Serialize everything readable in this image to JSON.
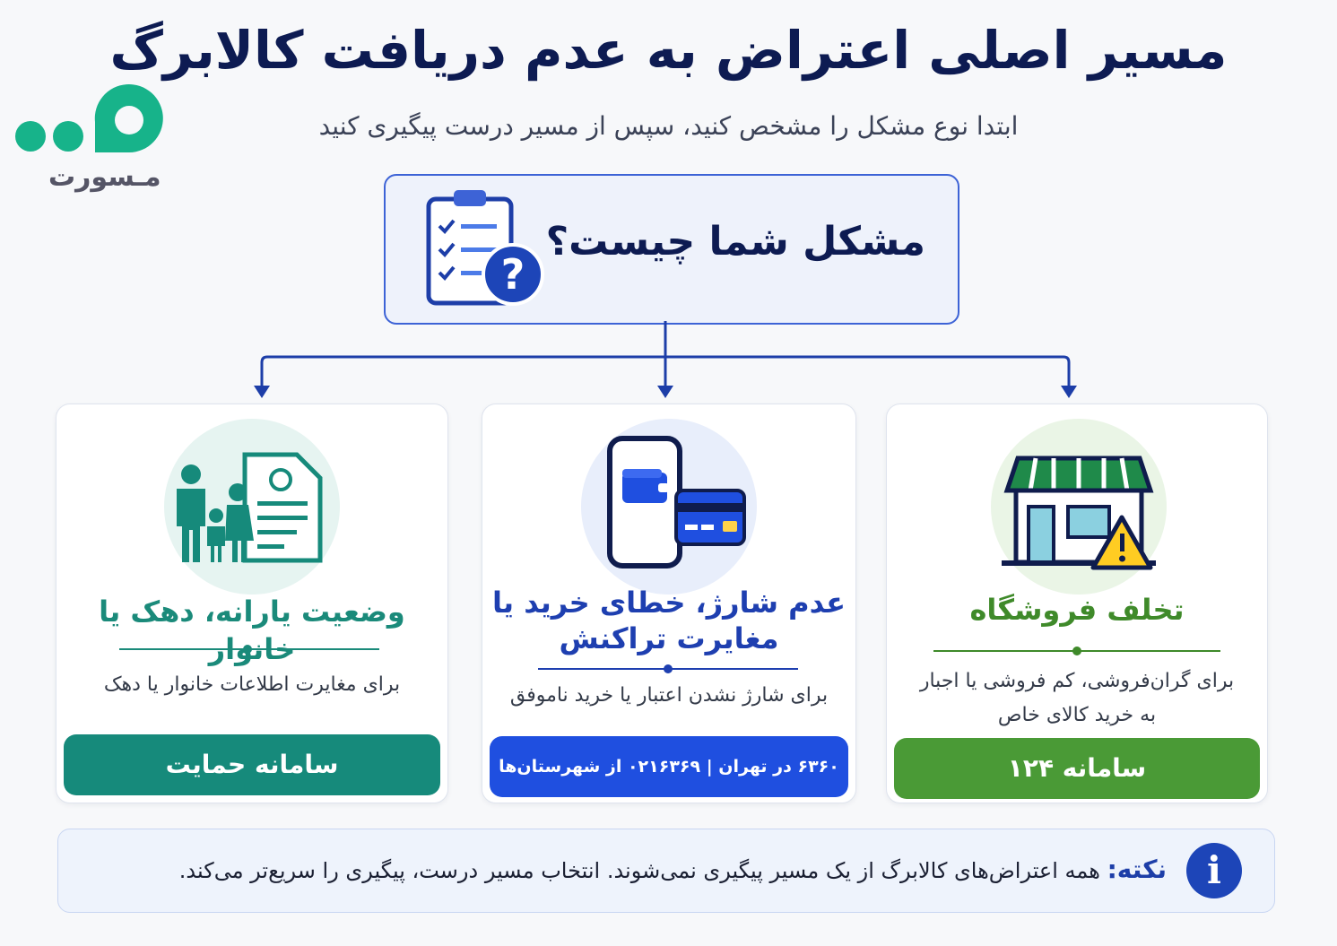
{
  "title": "مسیر اصلی اعتراض به عدم دریافت کالابرگ",
  "subtitle": "ابتدا نوع مشکل را مشخص کنید، سپس از مسیر درست پیگیری کنید",
  "logo": {
    "text": "مـسورت",
    "icon": "logo-mark-icon"
  },
  "question": {
    "text": "مشکل شما چیست؟",
    "icon": "clipboard-question-icon"
  },
  "cards": [
    {
      "title": "وضعیت یارانه، دهک یا خانوار",
      "description": "برای مغایرت اطلاعات خانوار یا دهک",
      "button": "سامانه حمایت",
      "icon": "family-document-icon",
      "accent": "#1a8a7a",
      "button_color": "#168a7b"
    },
    {
      "title_line1": "عدم شارژ، خطای خرید یا",
      "title_line2": "مغایرت تراکنش",
      "description": "برای شارژ نشدن اعتبار یا خرید ناموفق",
      "button": "۶۳۶۰ در تهران | ۰۲۱۶۳۶۹ از شهرستان‌ها",
      "icon": "phone-wallet-card-icon",
      "accent": "#1e3fb0",
      "button_color": "#1f4fe0"
    },
    {
      "title": "تخلف فروشگاه",
      "description_line1": "برای گران‌فروشی، کم فروشی یا اجبار",
      "description_line2": "به خرید کالای خاص",
      "button": "سامانه ۱۲۴",
      "icon": "store-warning-icon",
      "accent": "#3f8a2a",
      "button_color": "#4a9a36"
    }
  ],
  "note": {
    "label": "نکته:",
    "text": "همه اعتراض‌های کالابرگ از یک مسیر پیگیری نمی‌شوند. انتخاب مسیر درست، پیگیری را سریع‌تر می‌کند.",
    "icon": "info-icon"
  }
}
